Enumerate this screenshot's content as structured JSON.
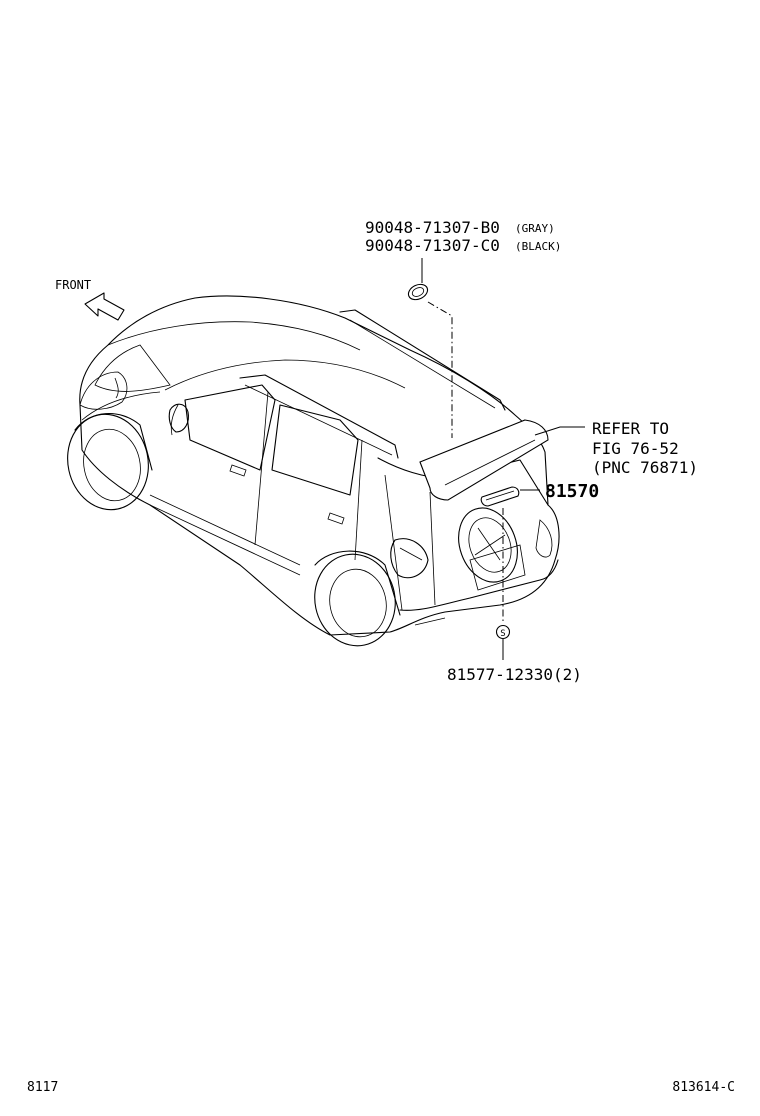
{
  "labels": {
    "part_gray_number": "90048-71307-B0",
    "part_gray_note": "(GRAY)",
    "part_black_number": "90048-71307-C0",
    "part_black_note": "(BLACK)",
    "front": "FRONT",
    "refer_line1": "REFER TO",
    "refer_line2": "FIG 76-52",
    "refer_line3": "(PNC 76871)",
    "lamp_part": "81570",
    "screw_part": "81577-12330(2)",
    "screw_marker": "S",
    "page_number": "8117",
    "figure_code": "813614-C"
  }
}
